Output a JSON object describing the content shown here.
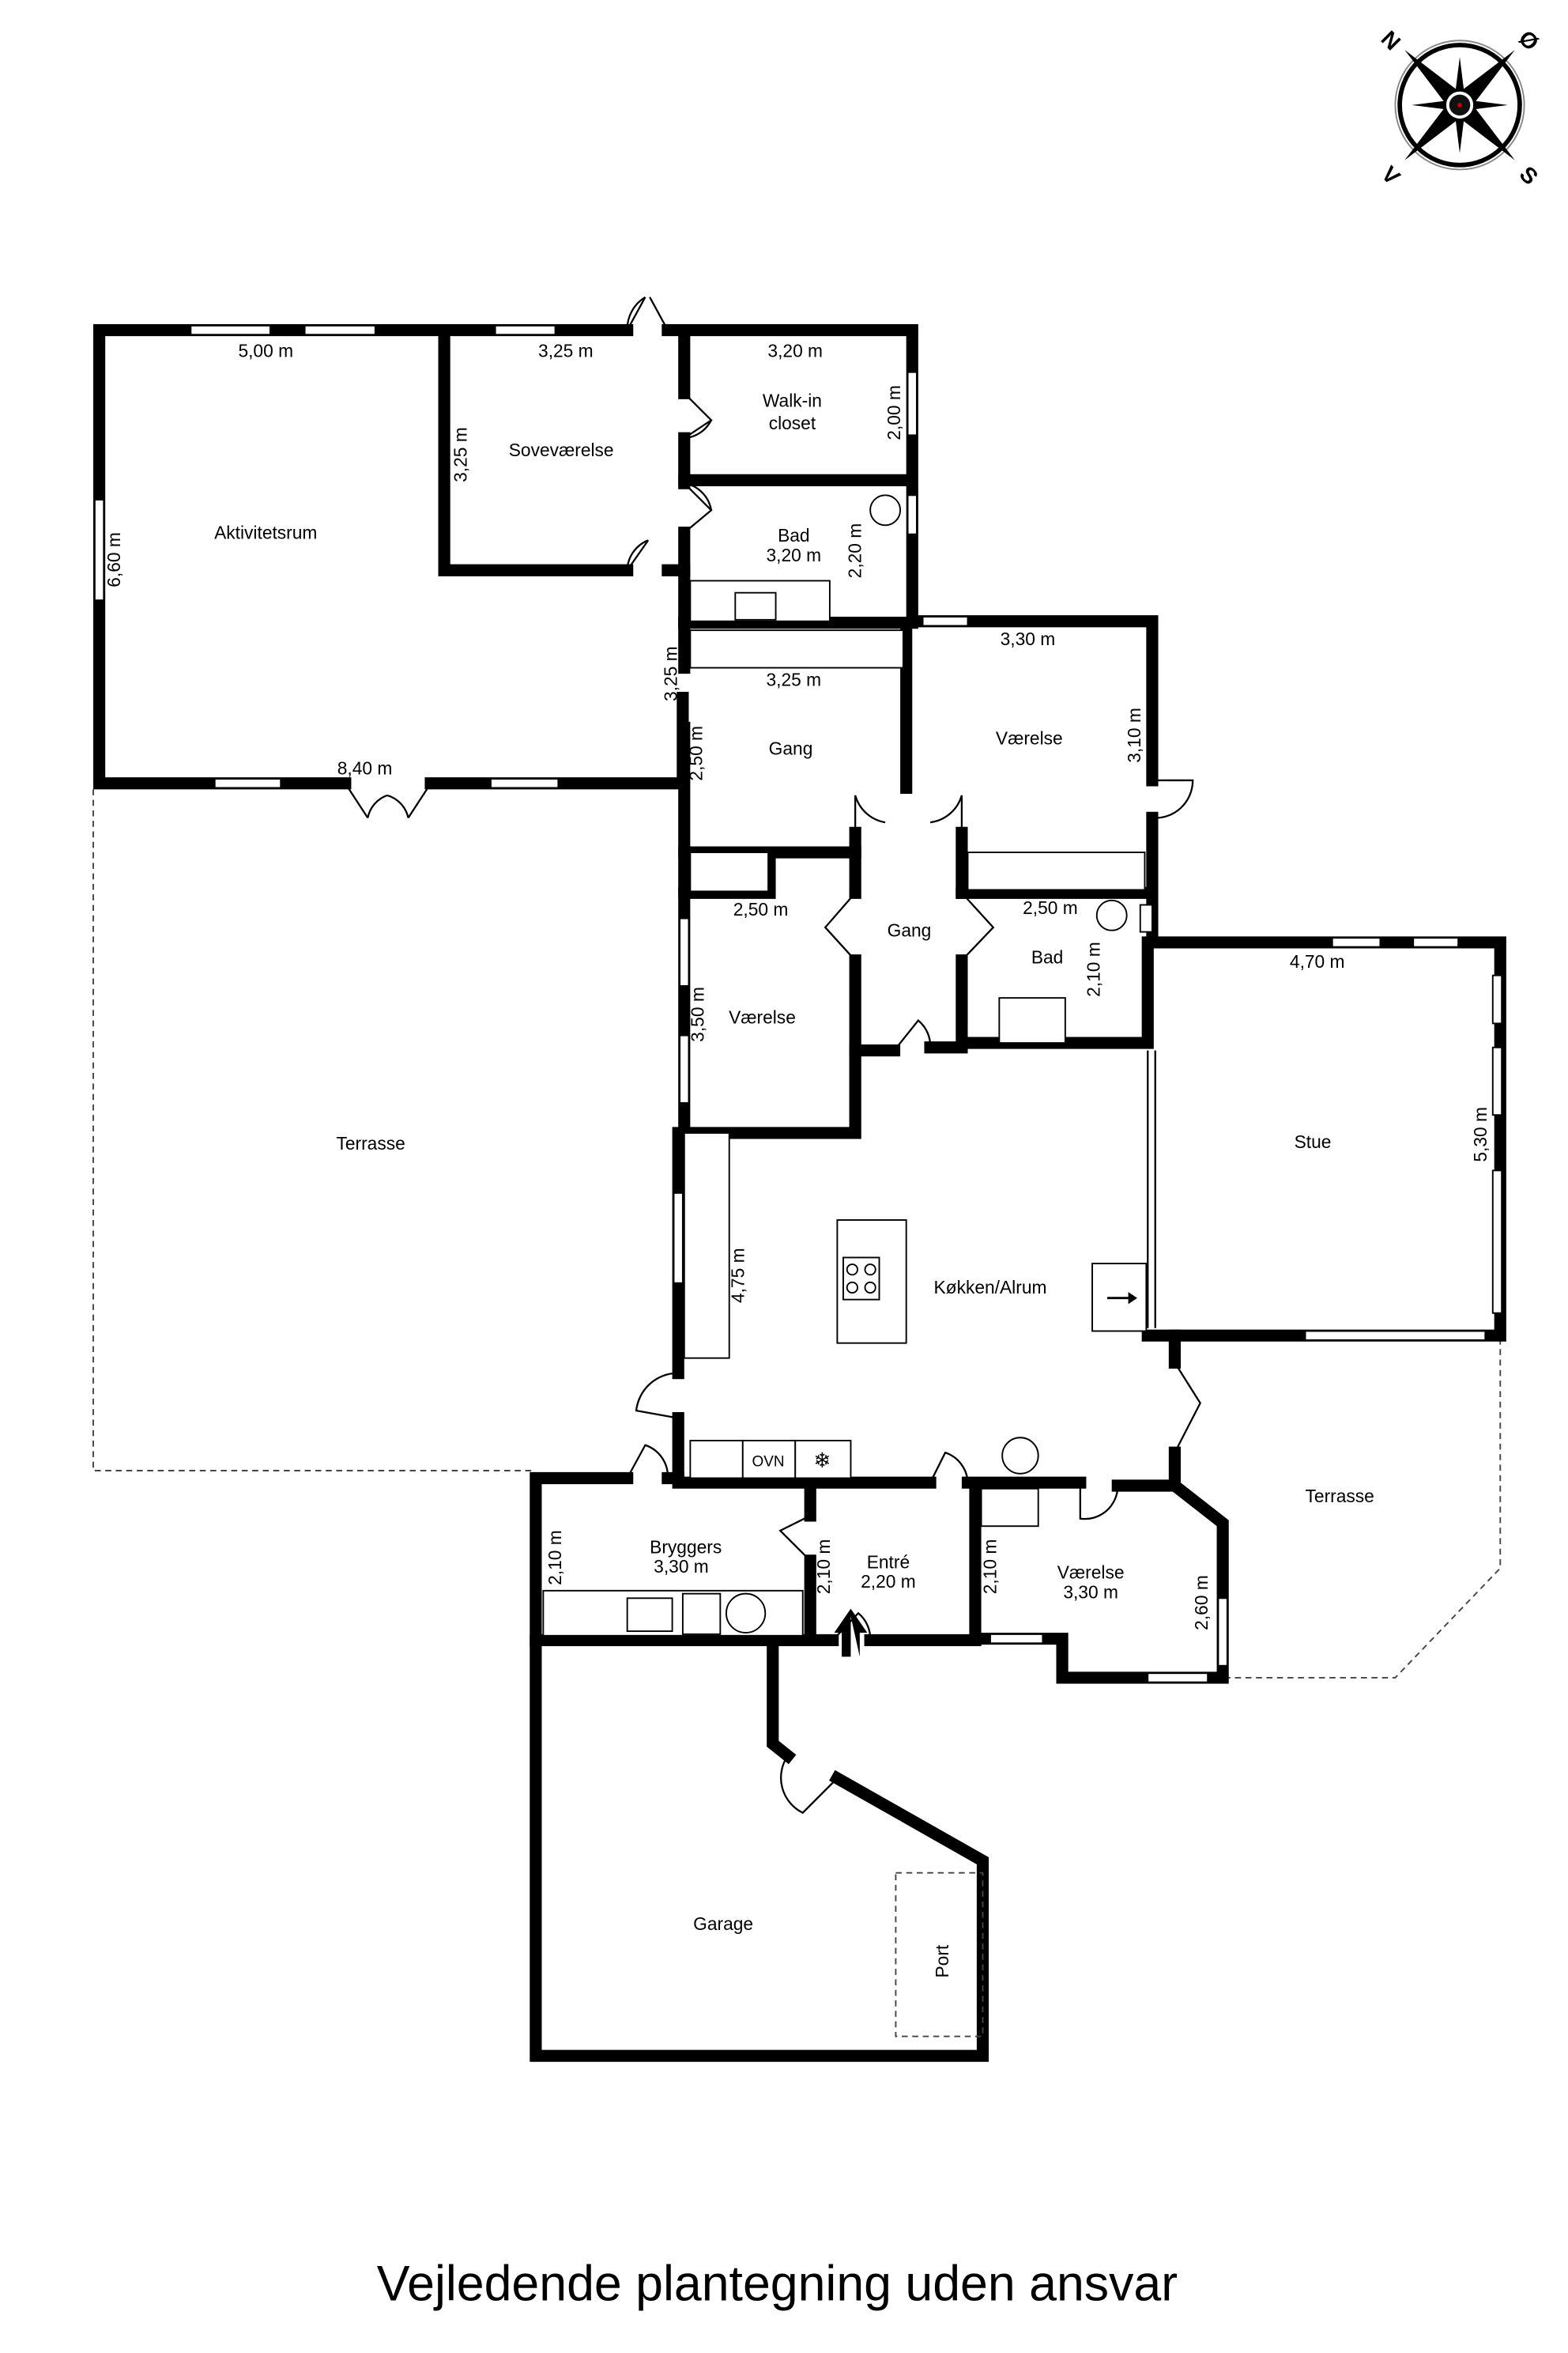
{
  "caption": "Vejledende plantegning uden ansvar",
  "compass": {
    "n": "N",
    "e": "Ø",
    "s": "S",
    "w": "V"
  },
  "rooms": {
    "aktivitetsrum": "Aktivitetsrum",
    "sovevaerelse": "Soveværelse",
    "walkin_1": "Walk-in",
    "walkin_2": "closet",
    "bad1": "Bad",
    "bad1_dim": "3,20 m",
    "gang1": "Gang",
    "vaerelse1": "Værelse",
    "gang2": "Gang",
    "vaerelse2": "Værelse",
    "bad2": "Bad",
    "stue": "Stue",
    "terrasse1": "Terrasse",
    "kokken": "Køkken/Alrum",
    "terrasse2": "Terrasse",
    "bryggers": "Bryggers",
    "bryggers_dim": "3,30 m",
    "entre": "Entré",
    "entre_dim": "2,20 m",
    "vaerelse3": "Værelse",
    "vaerelse3_dim": "3,30 m",
    "garage": "Garage",
    "port": "Port"
  },
  "appliances": {
    "oven": "OVN"
  },
  "dims": {
    "akt_w": "5,00 m",
    "akt_h": "6,60 m",
    "akt_b": "8,40 m",
    "sov_w": "3,25 m",
    "sov_h": "3,25 m",
    "walk_w": "3,20 m",
    "walk_h": "2,00 m",
    "bad1_h": "2,20 m",
    "gang1_w": "3,25 m",
    "gang1_h": "3,25 m",
    "gang1_h2": "2,50 m",
    "v1_w": "3,30 m",
    "v1_h": "3,10 m",
    "v2_w": "2,50 m",
    "v2_h": "3,50 m",
    "bad2_w": "2,50 m",
    "bad2_h": "2,10 m",
    "stue_w": "4,70 m",
    "stue_h": "5,30 m",
    "kok_h": "4,75 m",
    "bry_h": "2,10 m",
    "entre_h": "2,10 m",
    "v3_h": "2,10 m",
    "v3_h2": "2,60 m"
  }
}
